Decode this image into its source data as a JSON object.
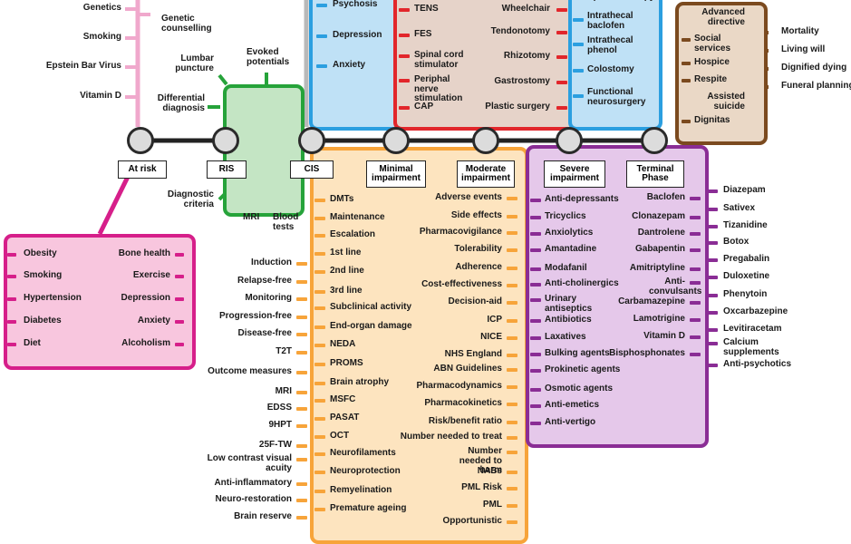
{
  "colors": {
    "pink": "#f0a8cc",
    "magenta": "#d61f8a",
    "green": "#26a33a",
    "blue": "#2b9fe0",
    "red": "#e2262b",
    "orange": "#f7a43a",
    "purple": "#8a2d95",
    "brown": "#7b4a1f",
    "black": "#222222"
  },
  "stations": [
    {
      "id": "at-risk",
      "label": "At risk"
    },
    {
      "id": "ris",
      "label": "RIS"
    },
    {
      "id": "cis",
      "label": "CIS"
    },
    {
      "id": "minimal",
      "label": "Minimal impairment"
    },
    {
      "id": "moderate",
      "label": "Moderate impairment"
    },
    {
      "id": "severe",
      "label": "Severe impairment"
    },
    {
      "id": "terminal",
      "label": "Terminal Phase"
    }
  ],
  "pink_line": {
    "left": [
      "Genetics",
      "Smoking",
      "Epstein Bar Virus",
      "Vitamin D"
    ],
    "right": [
      "Genetic counselling"
    ]
  },
  "magenta_box": {
    "left": [
      "Obesity",
      "Smoking",
      "Hypertension",
      "Diabetes",
      "Diet"
    ],
    "right": [
      "Bone health",
      "Exercise",
      "Depression",
      "Anxiety",
      "Alcoholism"
    ]
  },
  "green_box": {
    "top": [
      "Lumbar puncture",
      "Evoked potentials",
      "Differential diagnosis"
    ],
    "bottom": [
      "Diagnostic criteria",
      "MRI",
      "Blood tests"
    ]
  },
  "blue_box_left": [
    "Psychosis",
    "Depression",
    "Anxiety"
  ],
  "red_box": {
    "left": [
      "TENS",
      "FES",
      "Spinal cord stimulator",
      "Periphal nerve stimulation",
      "CAP"
    ],
    "right": [
      "Wheelchair",
      "Tendonotomy",
      "Rhizotomy",
      "Gastrostomy",
      "Plastic surgery"
    ]
  },
  "blue_box_right": [
    "Intrathecal baclofen",
    "Intrathecal phenol",
    "Colostomy",
    "Functional neurosurgery"
  ],
  "blue_box_right_partial": "Speech therapy",
  "brown_box": {
    "left": [
      "Advanced directive",
      "Social services",
      "Hospice",
      "Respite",
      "Assisted suicide",
      "Dignitas"
    ],
    "right": [
      "Mortality",
      "Living will",
      "Dignified dying",
      "Funeral planning"
    ]
  },
  "orange_box": {
    "outer_left": [
      "Induction",
      "Relapse-free",
      "Monitoring",
      "Progression-free",
      "Disease-free",
      "T2T",
      "Outcome measures",
      "MRI",
      "EDSS",
      "9HPT",
      "25F-TW",
      "Low contrast visual acuity",
      "Anti-inflammatory",
      "Neuro-restoration",
      "Brain reserve"
    ],
    "inner_left": [
      "DMTs",
      "Maintenance",
      "Escalation",
      "1st line",
      "2nd line",
      "3rd line",
      "Subclinical activity",
      "End-organ damage",
      "NEDA",
      "PROMS",
      "Brain atrophy",
      "MSFC",
      "PASAT",
      "OCT",
      "Neurofilaments",
      "Neuroprotection",
      "Remyelination",
      "Premature ageing"
    ],
    "inner_right": [
      "Adverse events",
      "Side effects",
      "Pharmacovigilance",
      "Tolerability",
      "Adherence",
      "Cost-effectiveness",
      "Decision-aid",
      "ICP",
      "NICE",
      "NHS England",
      "ABN Guidelines",
      "Pharmacodynamics",
      "Pharmacokinetics",
      "Risk/benefit ratio",
      "Number needed to treat",
      "Number needed to harm",
      "NABs",
      "PML Risk",
      "PML",
      "Opportunistic"
    ]
  },
  "purple_box": {
    "left": [
      "Anti-depressants",
      "Tricyclics",
      "Anxiolytics",
      "Amantadine",
      "Modafanil",
      "Anti-cholinergics",
      "Urinary antiseptics",
      "Antibiotics",
      "Laxatives",
      "Bulking agents",
      "Prokinetic agents",
      "Osmotic agents",
      "Anti-emetics",
      "Anti-vertigo"
    ],
    "right": [
      "Baclofen",
      "Clonazepam",
      "Dantrolene",
      "Gabapentin",
      "Amitriptyline",
      "Anti-convulsants",
      "Carbamazepine",
      "Lamotrigine",
      "Vitamin D",
      "Bisphosphonates"
    ],
    "outer_right": [
      "Diazepam",
      "Sativex",
      "Tizanidine",
      "Botox",
      "Pregabalin",
      "Duloxetine",
      "Phenytoin",
      "Oxcarbazepine",
      "Levitiracetam",
      "Calcium supplements",
      "Anti-psychotics"
    ]
  }
}
